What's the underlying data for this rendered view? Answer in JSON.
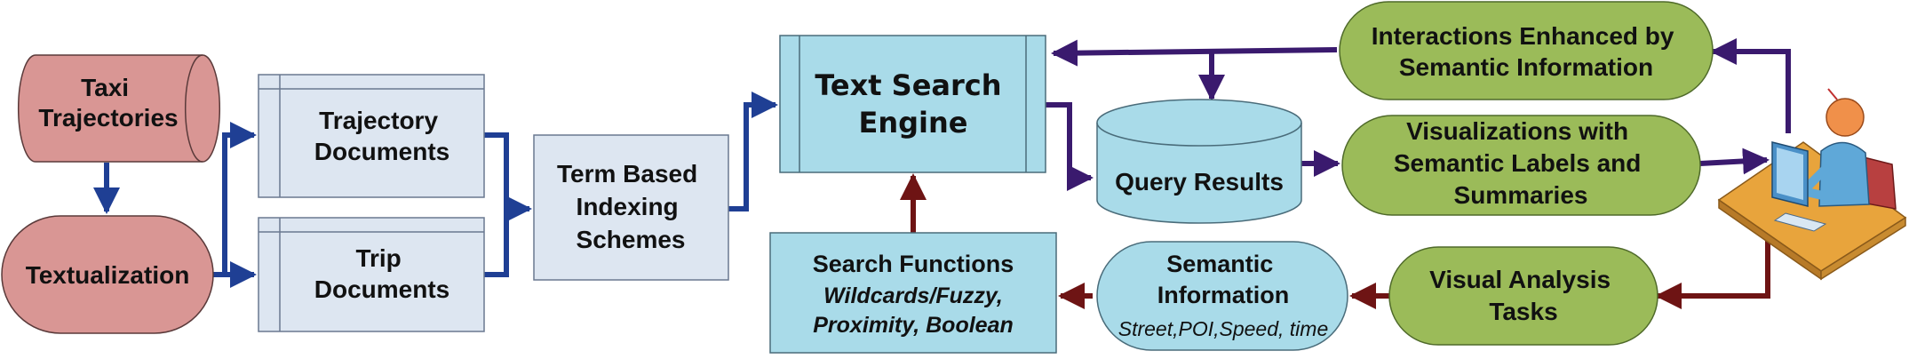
{
  "nodes": {
    "taxi_trajectories": [
      "Taxi",
      "Trajectories"
    ],
    "textualization": "Textualization",
    "trajectory_documents": [
      "Trajectory",
      "Documents"
    ],
    "trip_documents": [
      "Trip",
      "Documents"
    ],
    "term_based_indexing": [
      "Term Based",
      "Indexing",
      "Schemes"
    ],
    "text_search_engine": [
      "Text Search",
      "Engine"
    ],
    "query_results": "Query Results",
    "search_functions": {
      "title": "Search Functions",
      "line1": "Wildcards/Fuzzy,",
      "line2": "Proximity, Boolean"
    },
    "semantic_information": {
      "title": [
        "Semantic",
        "Information"
      ],
      "sub": "Street,POI,Speed, time"
    },
    "interactions": [
      "Interactions Enhanced by",
      "Semantic Information"
    ],
    "visualizations": [
      "Visualizations with",
      "Semantic Labels and",
      "Summaries"
    ],
    "visual_analysis": [
      "Visual Analysis",
      "Tasks"
    ]
  },
  "icons": {
    "user": "user-at-computer-icon"
  },
  "colors": {
    "blue_arrow": "#1f3f94",
    "purple_arrow": "#3a1a6e",
    "dark_red_arrow": "#6e1414",
    "pink_fill": "#d99694",
    "light_box_fill": "#dde6f1",
    "cyan_fill": "#a9dbe9",
    "green_fill": "#9bbb59"
  }
}
